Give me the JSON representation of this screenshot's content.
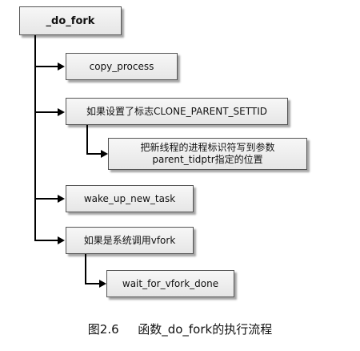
{
  "diagram": {
    "root": "_do_fork",
    "nodes": [
      {
        "id": "copy_process",
        "text": "copy_process"
      },
      {
        "id": "clone_parent_settid",
        "text": "如果设置了标志CLONE_PARENT_SETTID"
      },
      {
        "id": "write_tid",
        "line1": "把新线程的进程标识符写到参数",
        "line2": "parent_tidptr指定的位置"
      },
      {
        "id": "wake_up_new_task",
        "text": "wake_up_new_task"
      },
      {
        "id": "if_vfork",
        "text": "如果是系统调用vfork"
      },
      {
        "id": "wait_for_vfork_done",
        "text": "wait_for_vfork_done"
      }
    ]
  },
  "caption": {
    "figure_no": "图2.6",
    "title": "函数_do_fork的执行流程"
  }
}
